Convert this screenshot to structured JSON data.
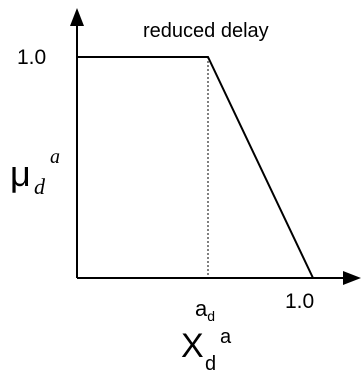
{
  "diagram": {
    "curve_label": "reduced delay",
    "y_tick": "1.0",
    "x_tick_end": "1.0",
    "x_tick_mid": "a",
    "x_tick_mid_sub": "d",
    "y_axis_symbol": "μ",
    "y_axis_sub": "d",
    "y_axis_sup": "a",
    "x_axis_symbol": "X",
    "x_axis_sub": "d",
    "x_axis_sup": "a"
  },
  "colors": {
    "line": "#000000",
    "background": "#ffffff"
  }
}
